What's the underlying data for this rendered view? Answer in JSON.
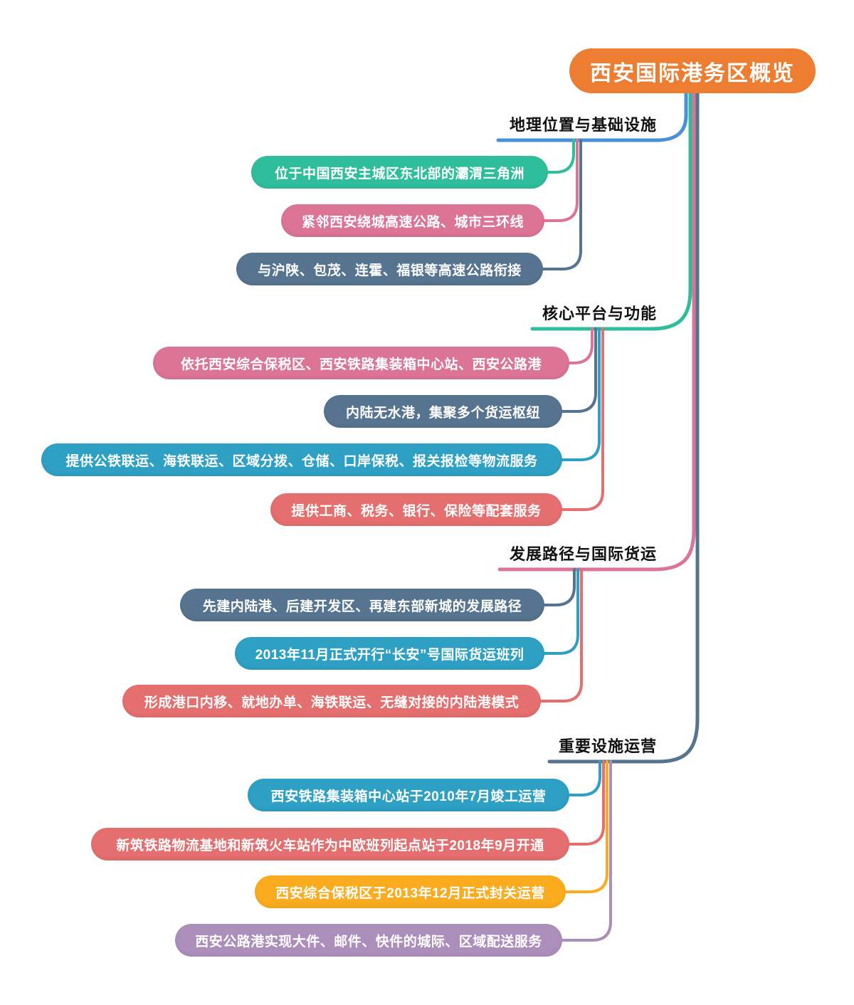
{
  "root": {
    "label": "西安国际港务区概览",
    "color": "#ED7D31",
    "text_color": "#FFFFFF"
  },
  "branches": [
    {
      "label": "地理位置与基础设施",
      "line_color": "#4A90D8",
      "children": [
        {
          "label": "位于中国西安主城区东北部的灞渭三角洲",
          "color": "#2EBE9C"
        },
        {
          "label": "紧邻西安绕城高速公路、城市三环线",
          "color": "#DC7495"
        },
        {
          "label": "与沪陕、包茂、连霍、福银等高速公路衔接",
          "color": "#56748F"
        }
      ]
    },
    {
      "label": "核心平台与功能",
      "line_color": "#2EBE9C",
      "children": [
        {
          "label": "依托西安综合保税区、西安铁路集装箱中心站、西安公路港",
          "color": "#DC7495"
        },
        {
          "label": "内陆无水港，集聚多个货运枢纽",
          "color": "#56748F"
        },
        {
          "label": "提供公铁联运、海铁联运、区域分拨、仓储、口岸保税、报关报检等物流服务",
          "color": "#2EA0C4"
        },
        {
          "label": "提供工商、税务、银行、保险等配套服务",
          "color": "#E56E6E"
        }
      ]
    },
    {
      "label": "发展路径与国际货运",
      "line_color": "#DC7495",
      "children": [
        {
          "label": "先建内陆港、后建开发区、再建东部新城的发展路径",
          "color": "#56748F"
        },
        {
          "label": "2013年11月正式开行“长安”号国际货运班列",
          "color": "#2EA0C4"
        },
        {
          "label": "形成港口内移、就地办单、海铁联运、无缝对接的内陆港模式",
          "color": "#E56E6E"
        }
      ]
    },
    {
      "label": "重要设施运营",
      "line_color": "#56748F",
      "children": [
        {
          "label": "西安铁路集装箱中心站于2010年7月竣工运营",
          "color": "#2EA0C4"
        },
        {
          "label": "新筑铁路物流基地和新筑火车站作为中欧班列起点站于2018年9月开通",
          "color": "#E56E6E"
        },
        {
          "label": "西安综合保税区于2013年12月正式封关运营",
          "color": "#FAAB1E"
        },
        {
          "label": "西安公路港实现大件、邮件、快件的城际、区域配送服务",
          "color": "#AC8EBB"
        }
      ]
    }
  ]
}
